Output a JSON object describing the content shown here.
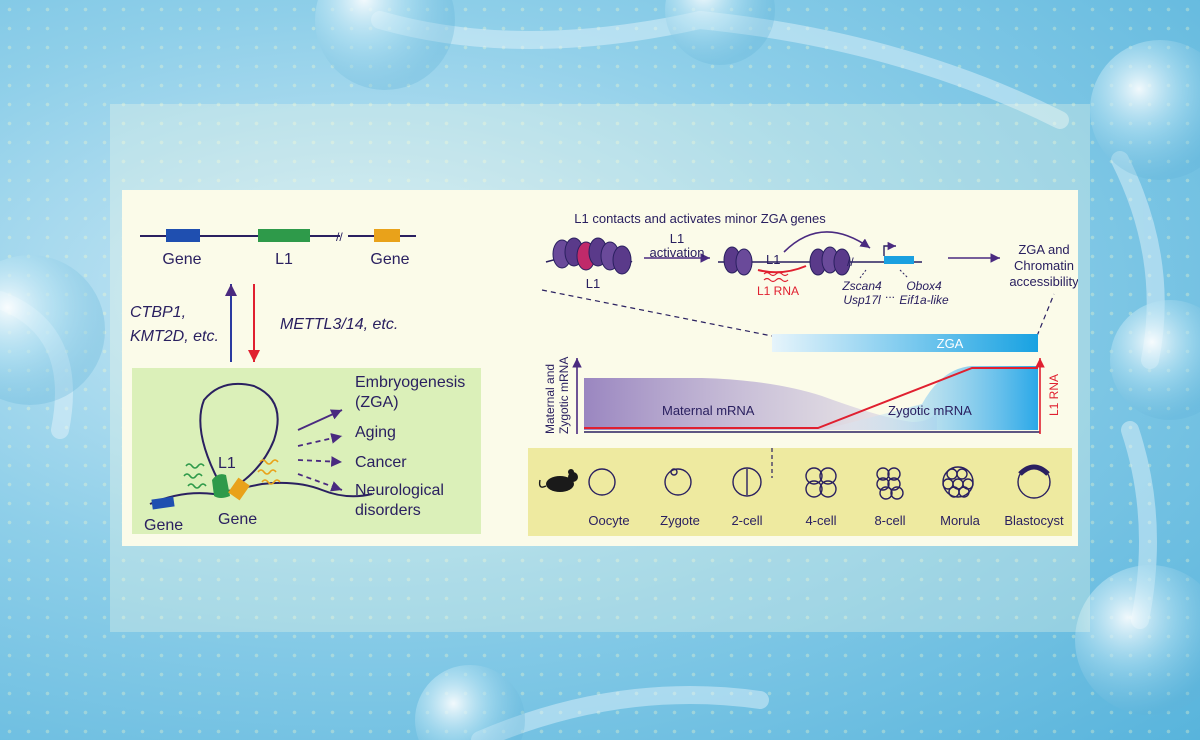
{
  "left_panel": {
    "gene_label_1": "Gene",
    "l1_label": "L1",
    "gene_label_2": "Gene",
    "regulators_up": [
      "CTBP1,",
      "KMT2D, etc."
    ],
    "regulators_down": "METTL3/14, etc.",
    "loop_l1_label": "L1",
    "loop_gene_label_left": "Gene",
    "loop_gene_label_right": "Gene",
    "outcomes": [
      [
        "Embryogenesis",
        "(ZGA)"
      ],
      [
        "Aging"
      ],
      [
        "Cancer"
      ],
      [
        "Neurological",
        "disorders"
      ]
    ],
    "colors": {
      "gene_blue": "#1f4fb0",
      "l1_green": "#2e9a4a",
      "gene_orange": "#e9a21a",
      "panel_green": "#dbf0b9"
    }
  },
  "right_panel": {
    "title": "L1 contacts and activates minor ZGA genes",
    "chromatin_l1_label": "L1",
    "activation_label": [
      "L1",
      "activation"
    ],
    "l1_label": "L1",
    "l1_rna_label": "L1 RNA",
    "zga_genes": [
      "Zscan4",
      "Usp17l",
      "...",
      "Obox4",
      "Eif1a-like"
    ],
    "outcome": [
      "ZGA and",
      "Chromatin",
      "accessibility"
    ],
    "zga_bar_label": "ZGA",
    "y_axis_label": [
      "Maternal and",
      "Zygotic mRNA"
    ],
    "maternal_label": "Maternal mRNA",
    "zygotic_label": "Zygotic mRNA",
    "right_axis_label": "L1 RNA",
    "stages": [
      "Oocyte",
      "Zygote",
      "2-cell",
      "4-cell",
      "8-cell",
      "Morula",
      "Blastocyst"
    ],
    "mouse_icon": "mouse-icon",
    "colors": {
      "purple": "#4a2a80",
      "red": "#e02030",
      "zga_blue": "#1aa0e0",
      "stage_yellow": "#eeeaa0"
    }
  }
}
